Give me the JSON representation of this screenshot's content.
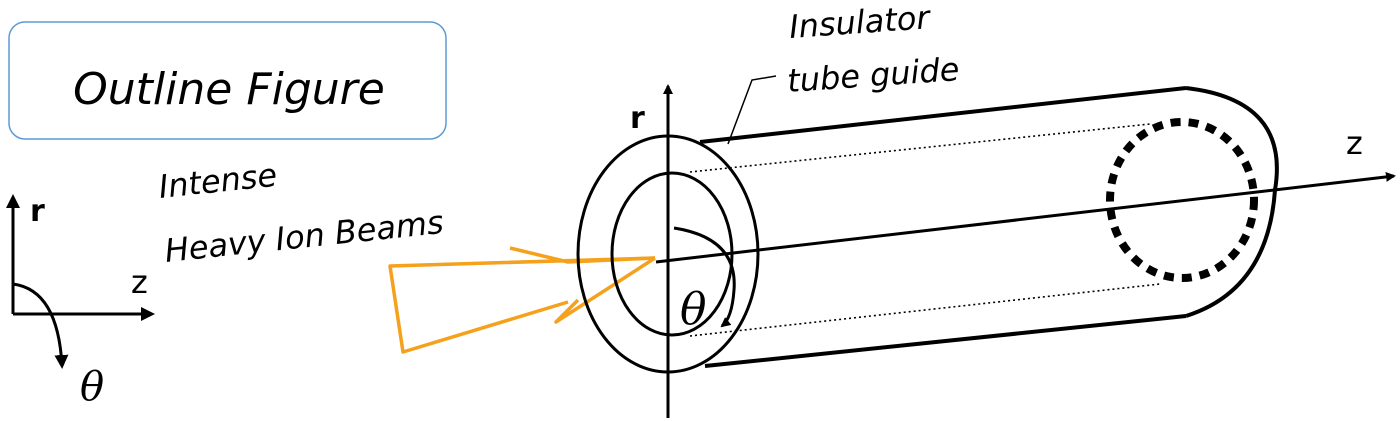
{
  "title_box": {
    "text": "Outline Figure",
    "border_color": "#5b9bd5"
  },
  "labels": {
    "insulator_line1": "Insulator",
    "insulator_line2": "tube guide",
    "beam_line1": "Intense",
    "beam_line2": "Heavy Ion Beams",
    "axis_r_main": "r",
    "axis_z_main": "z",
    "axis_theta_main": "θ",
    "axis_r_small": "r",
    "axis_z_small": "z",
    "axis_theta_small": "θ"
  },
  "colors": {
    "line": "#000000",
    "beam": "#f5a11c",
    "background": "#ffffff"
  }
}
